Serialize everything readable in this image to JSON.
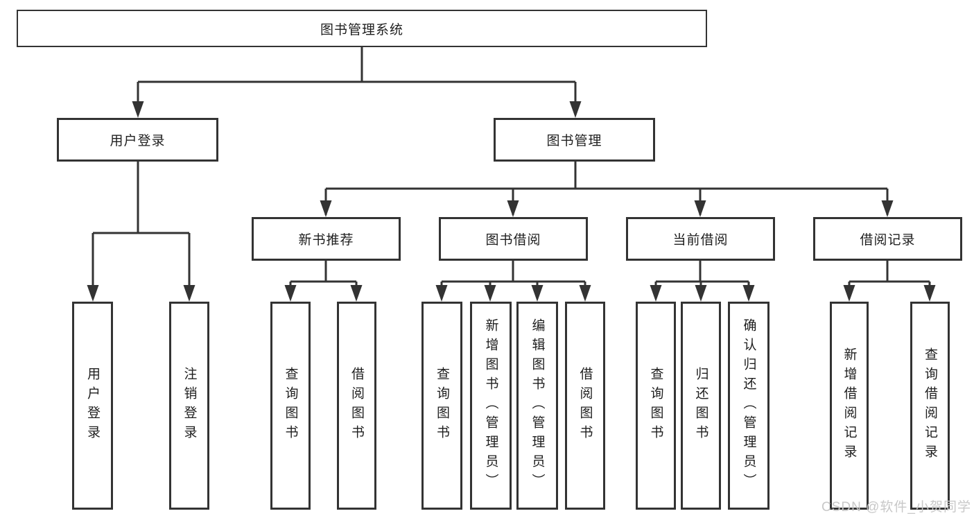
{
  "diagram": {
    "type": "tree",
    "nodes": {
      "root": "图书管理系统",
      "user_login": "用户登录",
      "book_management": "图书管理",
      "new_book_recommend": "新书推荐",
      "book_borrowing": "图书借阅",
      "current_borrowing": "当前借阅",
      "borrowing_records": "借阅记录",
      "ul_login": "用户登录",
      "ul_logout": "注销登录",
      "nb_query_books": "查询图书",
      "nb_borrow_books": "借阅图书",
      "bb_query_books": "查询图书",
      "bb_add_books": "新增图书（管理员）",
      "bb_edit_books": "编辑图书（管理员）",
      "bb_borrow_books": "借阅图书",
      "cb_query_books": "查询图书",
      "cb_return_books": "归还图书",
      "cb_confirm_return": "确认归还（管理员）",
      "br_add_record": "新增借阅记录",
      "br_query_record": "查询借阅记录"
    },
    "hierarchy": {
      "图书管理系统": {
        "用户登录": [
          "用户登录",
          "注销登录"
        ],
        "图书管理": {
          "新书推荐": [
            "查询图书",
            "借阅图书"
          ],
          "图书借阅": [
            "查询图书",
            "新增图书（管理员）",
            "编辑图书（管理员）",
            "借阅图书"
          ],
          "当前借阅": [
            "查询图书",
            "归还图书",
            "确认归还（管理员）"
          ],
          "借阅记录": [
            "新增借阅记录",
            "查询借阅记录"
          ]
        }
      }
    },
    "colors": {
      "line": "#333333",
      "box_border": "#333333",
      "text": "#1e1e1e",
      "background": "#ffffff",
      "watermark": "#c8c8c8"
    }
  },
  "watermark": "CSDN @软件_小贺同学"
}
